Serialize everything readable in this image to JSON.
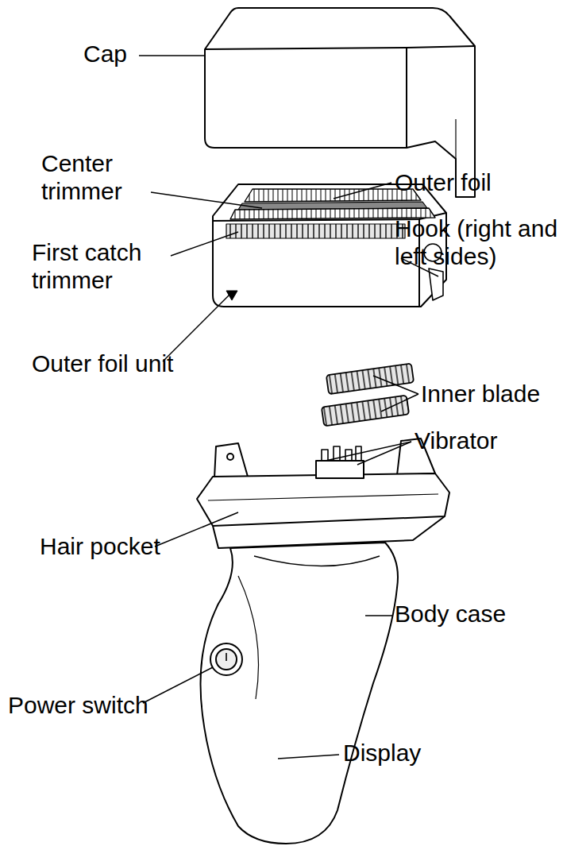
{
  "diagram": {
    "labels": [
      "Cap",
      "Center trimmer",
      "Outer foil",
      "Hook (right and left sides)",
      "First catch trimmer",
      "Outer foil unit",
      "Inner blade",
      "Vibrator",
      "Hair pocket",
      "Body case",
      "Power switch",
      "Display"
    ]
  }
}
